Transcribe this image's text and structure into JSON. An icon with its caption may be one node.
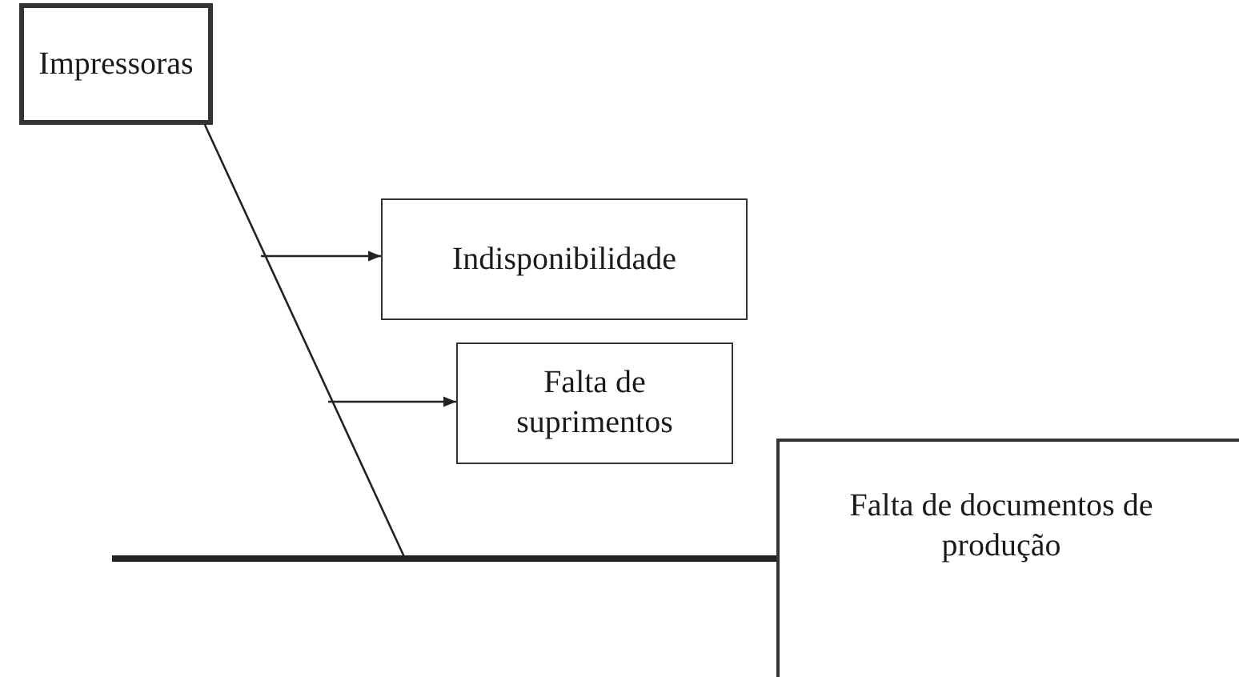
{
  "diagram": {
    "nodes": [
      {
        "text": [
          "Impressoras"
        ]
      },
      {
        "text": [
          "Indisponibilidade"
        ]
      },
      {
        "text": [
          "Falta de suprimentos"
        ]
      },
      {
        "text": [
          "Falta de documentos de produção"
        ]
      }
    ],
    "edges": [
      {
        "from": null,
        "to": 3,
        "arrow": "none",
        "style": "thick"
      },
      {
        "from": 0,
        "to": null,
        "arrow": "none"
      },
      {
        "from": null,
        "to": 1,
        "arrow": "to"
      },
      {
        "from": null,
        "to": 2,
        "arrow": "to"
      }
    ]
  }
}
